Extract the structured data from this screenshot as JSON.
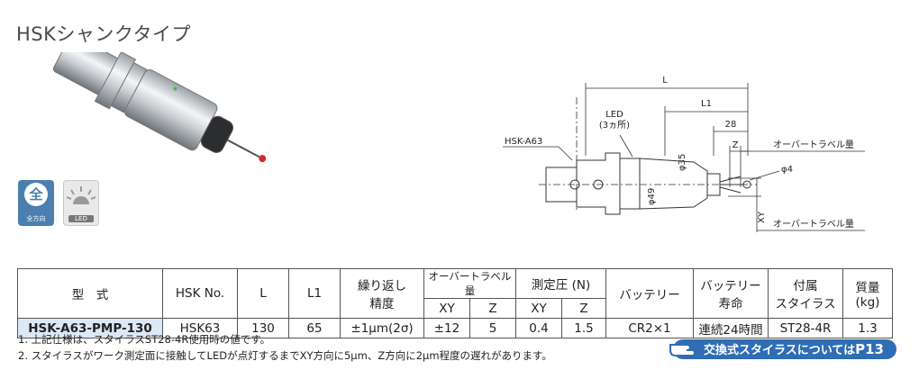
{
  "title": "HSKシャンクタイプ",
  "badges": {
    "all": {
      "icon": "全",
      "label": "全方向"
    },
    "led": {
      "label": "LED"
    }
  },
  "drawing": {
    "dim_L": "L",
    "dim_L1": "L1",
    "dim_28": "28",
    "dim_Z": "Z",
    "dim_XY": "XY",
    "overtravel_top": "オーバートラベル量",
    "overtravel_bottom": "オーバートラベル量",
    "led_label_1": "LED",
    "led_label_2": "(3ヵ所)",
    "hsk_label": "HSK-A63",
    "phi35": "φ35",
    "phi49": "φ49",
    "phi4": "φ4"
  },
  "table": {
    "headers": {
      "model": "型　式",
      "hsk": "HSK No.",
      "L": "L",
      "L1": "L1",
      "repeat_1": "繰り返し",
      "repeat_2": "精度",
      "overtravel": "オーバートラベル量",
      "force": "測定圧 (N)",
      "xy1": "XY",
      "z1": "Z",
      "xy2": "XY",
      "z2": "Z",
      "battery": "バッテリー",
      "life_1": "バッテリー",
      "life_2": "寿命",
      "stylus_1": "付属",
      "stylus_2": "スタイラス",
      "mass_1": "質量",
      "mass_2": "(kg)"
    },
    "row": {
      "model": "HSK-A63-PMP-130",
      "hsk": "HSK63",
      "L": "130",
      "L1": "65",
      "repeat": "±1μm(2σ)",
      "ot_xy": "±12",
      "ot_z": "5",
      "f_xy": "0.4",
      "f_z": "1.5",
      "battery": "CR2×1",
      "life": "連続24時間",
      "stylus": "ST28-4R",
      "mass": "1.3"
    }
  },
  "notes": {
    "n1": "1. 上記仕様は、スタイラスST28-4R使用時の値です。",
    "n2": "2. スタイラスがワーク測定面に接触してLEDが点灯するまでXY方向に5μm、Z方向に2μm程度の遅れがあります。"
  },
  "ref": {
    "text": "交換式スタイラスについては",
    "page": "P13"
  },
  "colors": {
    "accent": "#2f6db5",
    "model_bg": "#dce8f5",
    "badge_blue": "#4a7fb0"
  }
}
